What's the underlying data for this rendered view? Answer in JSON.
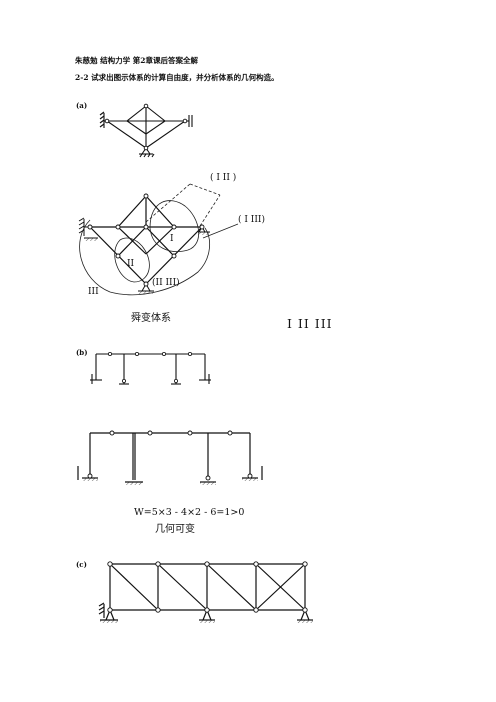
{
  "header": "朱慈勉 结构力学 第2章课后答案全解",
  "problem": "2-2 试求出图示体系的计算自由度，并分析体系的几何构造。",
  "parts": {
    "a": {
      "label": "(a)",
      "labels": {
        "I_II": "( I II )",
        "I_III": "( I III)",
        "II_III": "(II III)",
        "I": "I",
        "II": "II",
        "III": "III"
      },
      "conclusion": "舜变体系",
      "rings": "I II III"
    },
    "b": {
      "label": "(b)",
      "formula": "W=5×3 - 4×2 - 6=1>0",
      "conclusion": "几何可变"
    },
    "c": {
      "label": "(c)"
    }
  }
}
